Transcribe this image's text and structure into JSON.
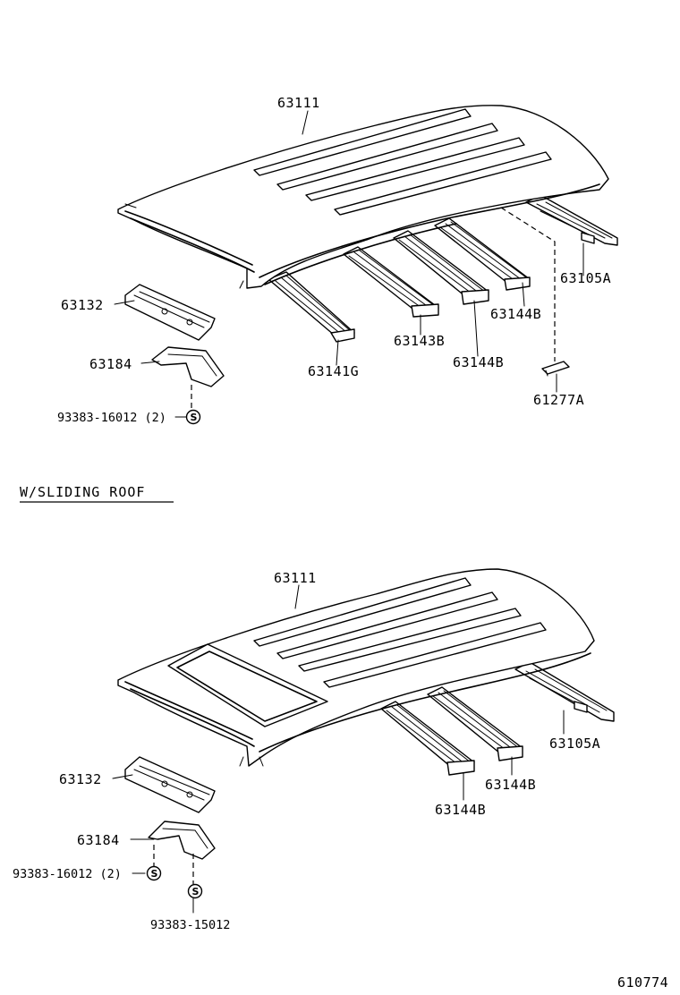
{
  "diagram_id": "610774",
  "variant_heading": "W/SLIDING ROOF",
  "standard_roof": {
    "roof_panel": "63111",
    "rear_rail": "63105A",
    "bow_rear": "63144B",
    "bow_center_rear": "63144B",
    "bow_center": "63143B",
    "bow_front": "63141G",
    "front_header": "63132",
    "bracket": "63184",
    "bolt": "93383-16012 (2)",
    "bolt_symbol": "S",
    "clip": "61277A"
  },
  "sliding_roof": {
    "roof_panel": "63111",
    "rear_rail": "63105A",
    "bow_rear": "63144B",
    "bow_front": "63144B",
    "front_header": "63132",
    "bracket": "63184",
    "bolt": "93383-16012 (2)",
    "bolt_symbol": "S",
    "screw": "93383-15012",
    "screw_symbol": "S"
  }
}
